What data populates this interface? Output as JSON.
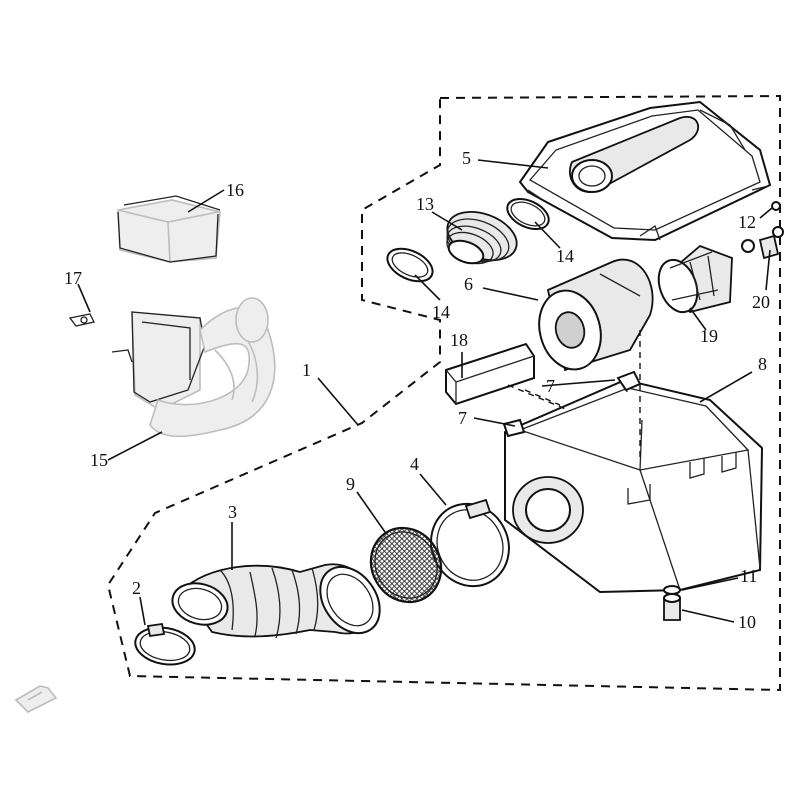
{
  "diagram": {
    "parts": [
      {
        "id": "p1",
        "number": "1"
      },
      {
        "id": "p2",
        "number": "2"
      },
      {
        "id": "p3",
        "number": "3"
      },
      {
        "id": "p4",
        "number": "4"
      },
      {
        "id": "p5",
        "number": "5"
      },
      {
        "id": "p6",
        "number": "6"
      },
      {
        "id": "p7a",
        "number": "7"
      },
      {
        "id": "p7b",
        "number": "7"
      },
      {
        "id": "p8",
        "number": "8"
      },
      {
        "id": "p9",
        "number": "9"
      },
      {
        "id": "p10",
        "number": "10"
      },
      {
        "id": "p11",
        "number": "11"
      },
      {
        "id": "p12",
        "number": "12"
      },
      {
        "id": "p13",
        "number": "13"
      },
      {
        "id": "p14a",
        "number": "14"
      },
      {
        "id": "p14b",
        "number": "14"
      },
      {
        "id": "p15",
        "number": "15"
      },
      {
        "id": "p16",
        "number": "16"
      },
      {
        "id": "p17",
        "number": "17"
      },
      {
        "id": "p18",
        "number": "18"
      },
      {
        "id": "p19",
        "number": "19"
      },
      {
        "id": "p20",
        "number": "20"
      }
    ],
    "colors": {
      "line": "#111111",
      "ghost": "#bdbdbd",
      "background": "#ffffff"
    }
  }
}
